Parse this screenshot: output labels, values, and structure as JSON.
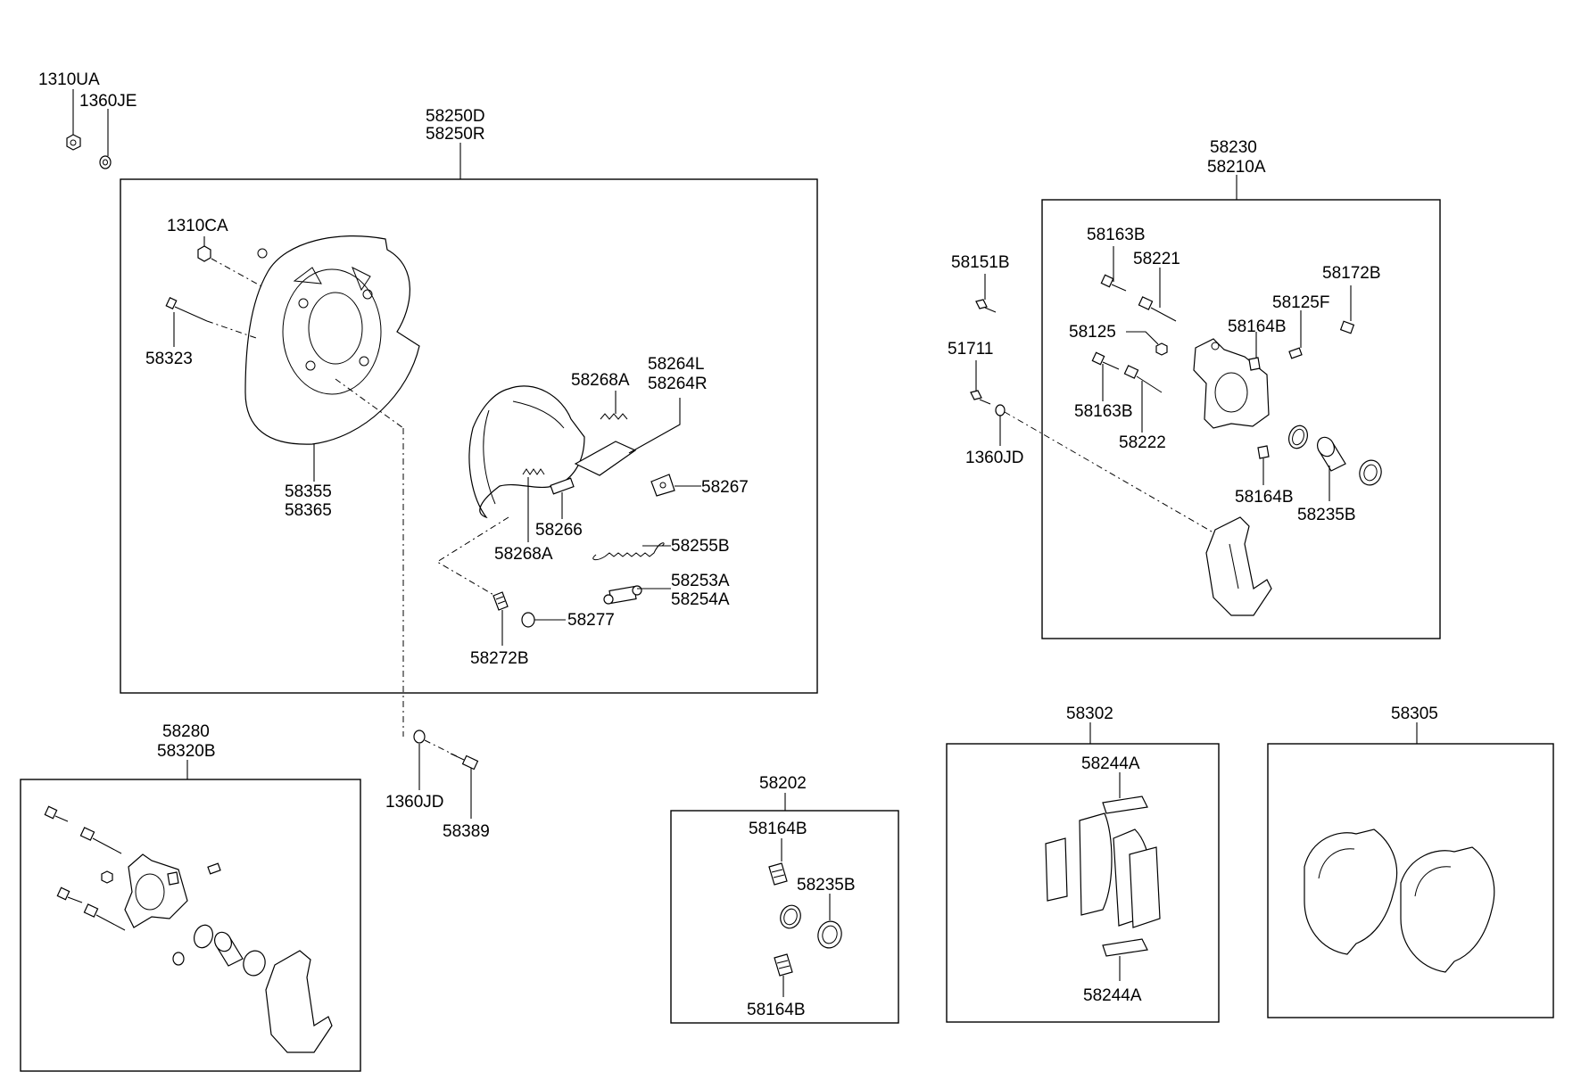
{
  "labels": {
    "l1310UA": "1310UA",
    "l1360JE": "1360JE",
    "l58250D": "58250D",
    "l58250R": "58250R",
    "l1310CA": "1310CA",
    "l58323": "58323",
    "l58355": "58355",
    "l58365": "58365",
    "l58268A_top": "58268A",
    "l58264L": "58264L",
    "l58264R": "58264R",
    "l58267": "58267",
    "l58266": "58266",
    "l58268A_bot": "58268A",
    "l58255B": "58255B",
    "l58253A": "58253A",
    "l58254A": "58254A",
    "l58277": "58277",
    "l58272B": "58272B",
    "l1360JD_a": "1360JD",
    "l58389": "58389",
    "l58280": "58280",
    "l58320B": "58320B",
    "l58202": "58202",
    "l58164B_a": "58164B",
    "l58235B_a": "58235B",
    "l58164B_b": "58164B",
    "l58230": "58230",
    "l58210A": "58210A",
    "l58151B": "58151B",
    "l51711": "51711",
    "l1360JD_b": "1360JD",
    "l58163B_top": "58163B",
    "l58221": "58221",
    "l58125": "58125",
    "l58163B_bot": "58163B",
    "l58222": "58222",
    "l58172B": "58172B",
    "l58125F": "58125F",
    "l58164B_c": "58164B",
    "l58164B_d": "58164B",
    "l58235B_b": "58235B",
    "l58302": "58302",
    "l58244A_top": "58244A",
    "l58244A_bot": "58244A",
    "l58305": "58305"
  }
}
